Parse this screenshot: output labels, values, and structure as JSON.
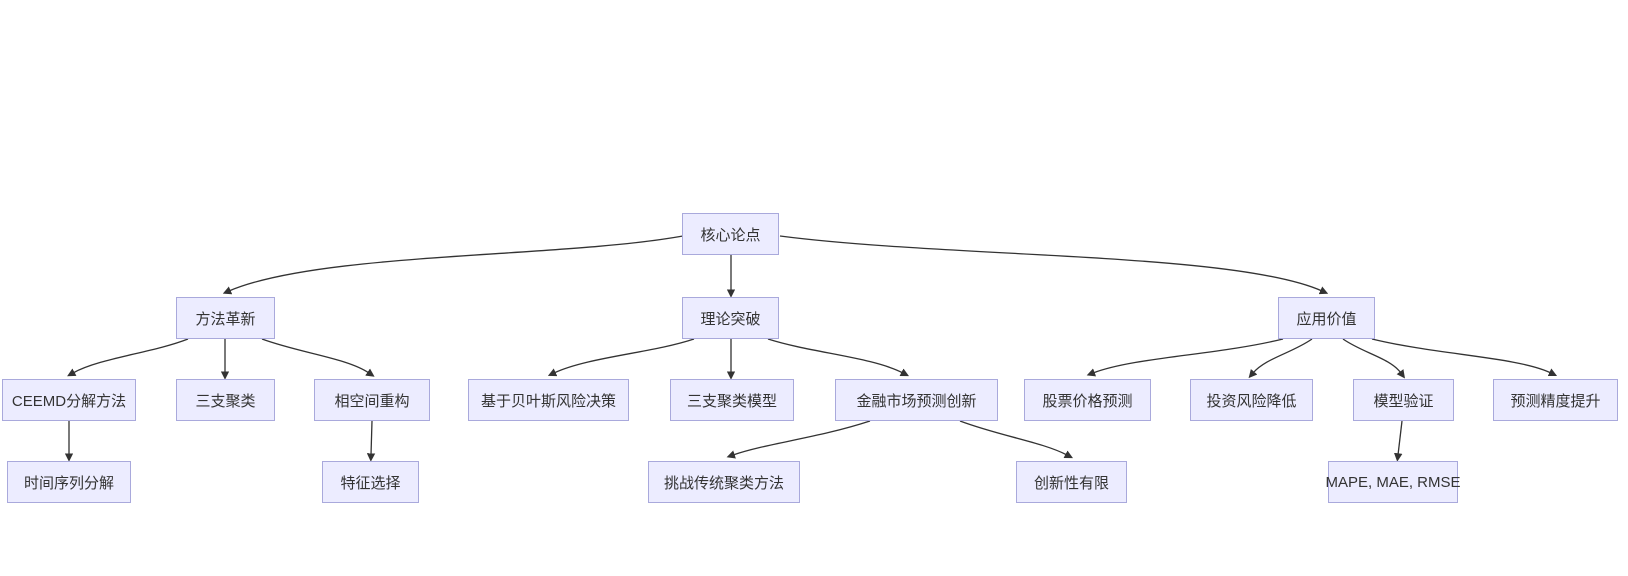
{
  "diagram": {
    "type": "flowchart",
    "direction": "top-down",
    "colors": {
      "background": "#FFFFFF",
      "node_fill": "#ECECFF",
      "node_border": "#A9A9DC",
      "edge_line": "#333333",
      "text": "#333333"
    },
    "nodes": {
      "core": {
        "label": "核心论点"
      },
      "method": {
        "label": "方法革新"
      },
      "theory": {
        "label": "理论突破"
      },
      "application": {
        "label": "应用价值"
      },
      "ceemd": {
        "label": "CEEMD分解方法"
      },
      "three_way": {
        "label": "三支聚类"
      },
      "phase": {
        "label": "相空间重构"
      },
      "bayes": {
        "label": "基于贝叶斯风险决策"
      },
      "twd_model": {
        "label": "三支聚类模型"
      },
      "finance": {
        "label": "金融市场预测创新"
      },
      "stock": {
        "label": "股票价格预测"
      },
      "risk": {
        "label": "投资风险降低"
      },
      "validation": {
        "label": "模型验证"
      },
      "accuracy": {
        "label": "预测精度提升"
      },
      "time_series": {
        "label": "时间序列分解"
      },
      "feature": {
        "label": "特征选择"
      },
      "challenge": {
        "label": "挑战传统聚类方法"
      },
      "limited": {
        "label": "创新性有限"
      },
      "mape": {
        "label": "MAPE, MAE, RMSE"
      }
    },
    "edges": [
      {
        "from": "核心论点",
        "to": "方法革新"
      },
      {
        "from": "核心论点",
        "to": "理论突破"
      },
      {
        "from": "核心论点",
        "to": "应用价值"
      },
      {
        "from": "方法革新",
        "to": "CEEMD分解方法"
      },
      {
        "from": "方法革新",
        "to": "三支聚类"
      },
      {
        "from": "方法革新",
        "to": "相空间重构"
      },
      {
        "from": "理论突破",
        "to": "基于贝叶斯风险决策"
      },
      {
        "from": "理论突破",
        "to": "三支聚类模型"
      },
      {
        "from": "理论突破",
        "to": "金融市场预测创新"
      },
      {
        "from": "应用价值",
        "to": "股票价格预测"
      },
      {
        "from": "应用价值",
        "to": "投资风险降低"
      },
      {
        "from": "应用价值",
        "to": "模型验证"
      },
      {
        "from": "应用价值",
        "to": "预测精度提升"
      },
      {
        "from": "CEEMD分解方法",
        "to": "时间序列分解"
      },
      {
        "from": "相空间重构",
        "to": "特征选择"
      },
      {
        "from": "金融市场预测创新",
        "to": "挑战传统聚类方法"
      },
      {
        "from": "金融市场预测创新",
        "to": "创新性有限"
      },
      {
        "from": "模型验证",
        "to": "MAPE, MAE, RMSE"
      }
    ]
  }
}
